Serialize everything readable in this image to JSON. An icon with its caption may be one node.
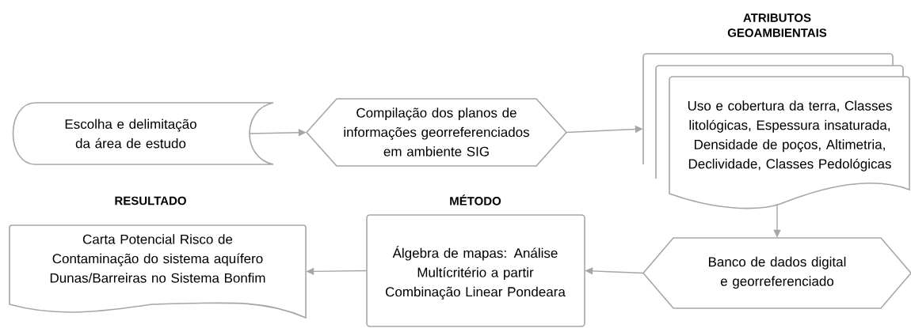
{
  "diagram": {
    "nodes": [
      {
        "text": [
          "Escolha e delimitação da área de estudo"
        ]
      },
      {
        "text": [
          "Compilação dos planos de informações georreferenciados em ambiente SIG"
        ]
      },
      {
        "text": [
          "ATRIBUTOS GEOAMBIENTAIS",
          "Uso e cobertura da terra, Classes litológicas, Espessura insaturada, Densidade de poços, Altimetria, Declividade, Classes Pedológicas"
        ]
      },
      {
        "text": [
          "Banco de dados digital e georreferenciado"
        ]
      },
      {
        "text": [
          "MÉTODO",
          "Álgebra de mapas: Análise Multícritério a partir Combinação Linear Pondeara"
        ]
      },
      {
        "text": [
          "RESULTADO",
          "Carta Potencial Risco de Contaminação do sistema aquífero Dunas/Barreiras no Sistema Bonfim"
        ]
      }
    ],
    "edges": [
      {
        "from": 0,
        "to": 1,
        "arrow": "to"
      },
      {
        "from": 1,
        "to": 2,
        "arrow": "to"
      },
      {
        "from": 2,
        "to": 3,
        "arrow": "to"
      },
      {
        "from": 3,
        "to": 4,
        "arrow": "to"
      },
      {
        "from": 4,
        "to": 5,
        "arrow": "to"
      }
    ]
  }
}
